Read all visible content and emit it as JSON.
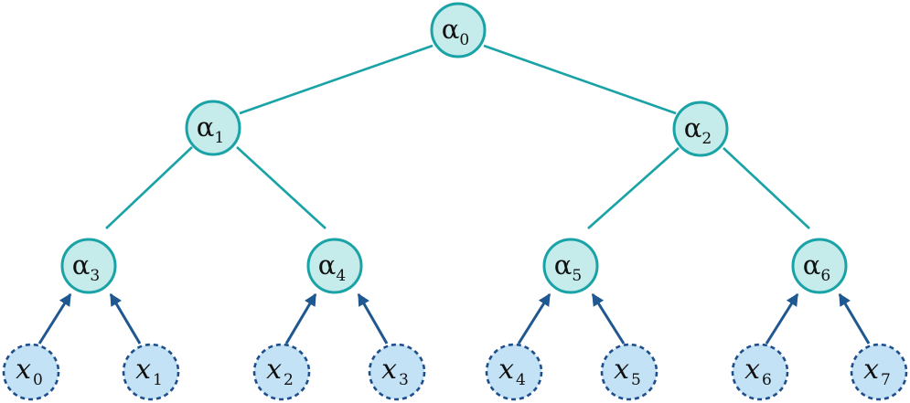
{
  "colors": {
    "internal_fill": "#c5ebea",
    "internal_stroke": "#1aa3a7",
    "edge": "#1aa3a7",
    "leaf_fill": "#c4e2f6",
    "leaf_stroke": "#1f4e8c",
    "arrow": "#1f5790"
  },
  "nodes": {
    "a0": {
      "symbol": "α",
      "sub": "0"
    },
    "a1": {
      "symbol": "α",
      "sub": "1"
    },
    "a2": {
      "symbol": "α",
      "sub": "2"
    },
    "a3": {
      "symbol": "α",
      "sub": "3"
    },
    "a4": {
      "symbol": "α",
      "sub": "4"
    },
    "a5": {
      "symbol": "α",
      "sub": "5"
    },
    "a6": {
      "symbol": "α",
      "sub": "6"
    },
    "x0": {
      "symbol": "x",
      "sub": "0"
    },
    "x1": {
      "symbol": "x",
      "sub": "1"
    },
    "x2": {
      "symbol": "x",
      "sub": "2"
    },
    "x3": {
      "symbol": "x",
      "sub": "3"
    },
    "x4": {
      "symbol": "x",
      "sub": "4"
    },
    "x5": {
      "symbol": "x",
      "sub": "5"
    },
    "x6": {
      "symbol": "x",
      "sub": "6"
    },
    "x7": {
      "symbol": "x",
      "sub": "7"
    }
  }
}
